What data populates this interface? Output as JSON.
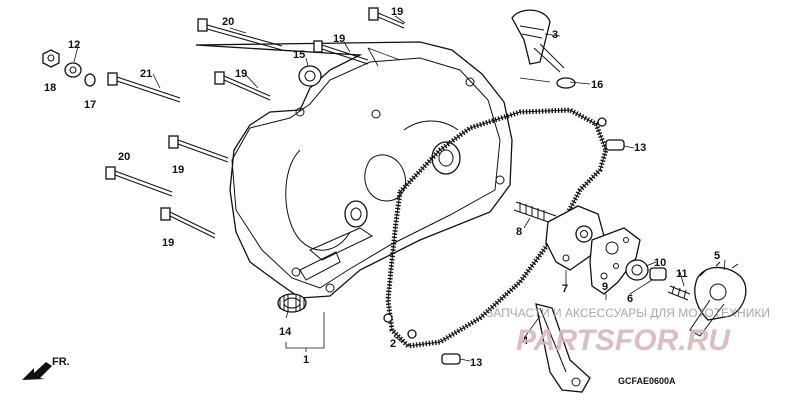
{
  "diagram": {
    "callouts": [
      {
        "id": "c20a",
        "text": "20"
      },
      {
        "id": "c19a",
        "text": "19"
      },
      {
        "id": "c3",
        "text": "3"
      },
      {
        "id": "c12",
        "text": "12"
      },
      {
        "id": "c15",
        "text": "15"
      },
      {
        "id": "c19b",
        "text": "19"
      },
      {
        "id": "c21",
        "text": "21"
      },
      {
        "id": "c19c",
        "text": "19"
      },
      {
        "id": "c16",
        "text": "16"
      },
      {
        "id": "c18",
        "text": "18"
      },
      {
        "id": "c17",
        "text": "17"
      },
      {
        "id": "c13a",
        "text": "13"
      },
      {
        "id": "c20b",
        "text": "20"
      },
      {
        "id": "c19d",
        "text": "19"
      },
      {
        "id": "c8",
        "text": "8"
      },
      {
        "id": "c19e",
        "text": "19"
      },
      {
        "id": "c5",
        "text": "5"
      },
      {
        "id": "c10",
        "text": "10"
      },
      {
        "id": "c11",
        "text": "11"
      },
      {
        "id": "c9",
        "text": "9"
      },
      {
        "id": "c7",
        "text": "7"
      },
      {
        "id": "c6",
        "text": "6"
      },
      {
        "id": "c14",
        "text": "14"
      },
      {
        "id": "c4",
        "text": "4"
      },
      {
        "id": "c2",
        "text": "2"
      },
      {
        "id": "c1",
        "text": "1"
      },
      {
        "id": "c13b",
        "text": "13"
      }
    ],
    "direction_label": "FR.",
    "diagram_code": "GCFAE0600A",
    "watermark_text": "ЗАПЧАСТИ И АКСЕССУАРЫ ДЛЯ МОТОТЕХНИКИ",
    "watermark_logo": "PARTSFOR.RU"
  }
}
